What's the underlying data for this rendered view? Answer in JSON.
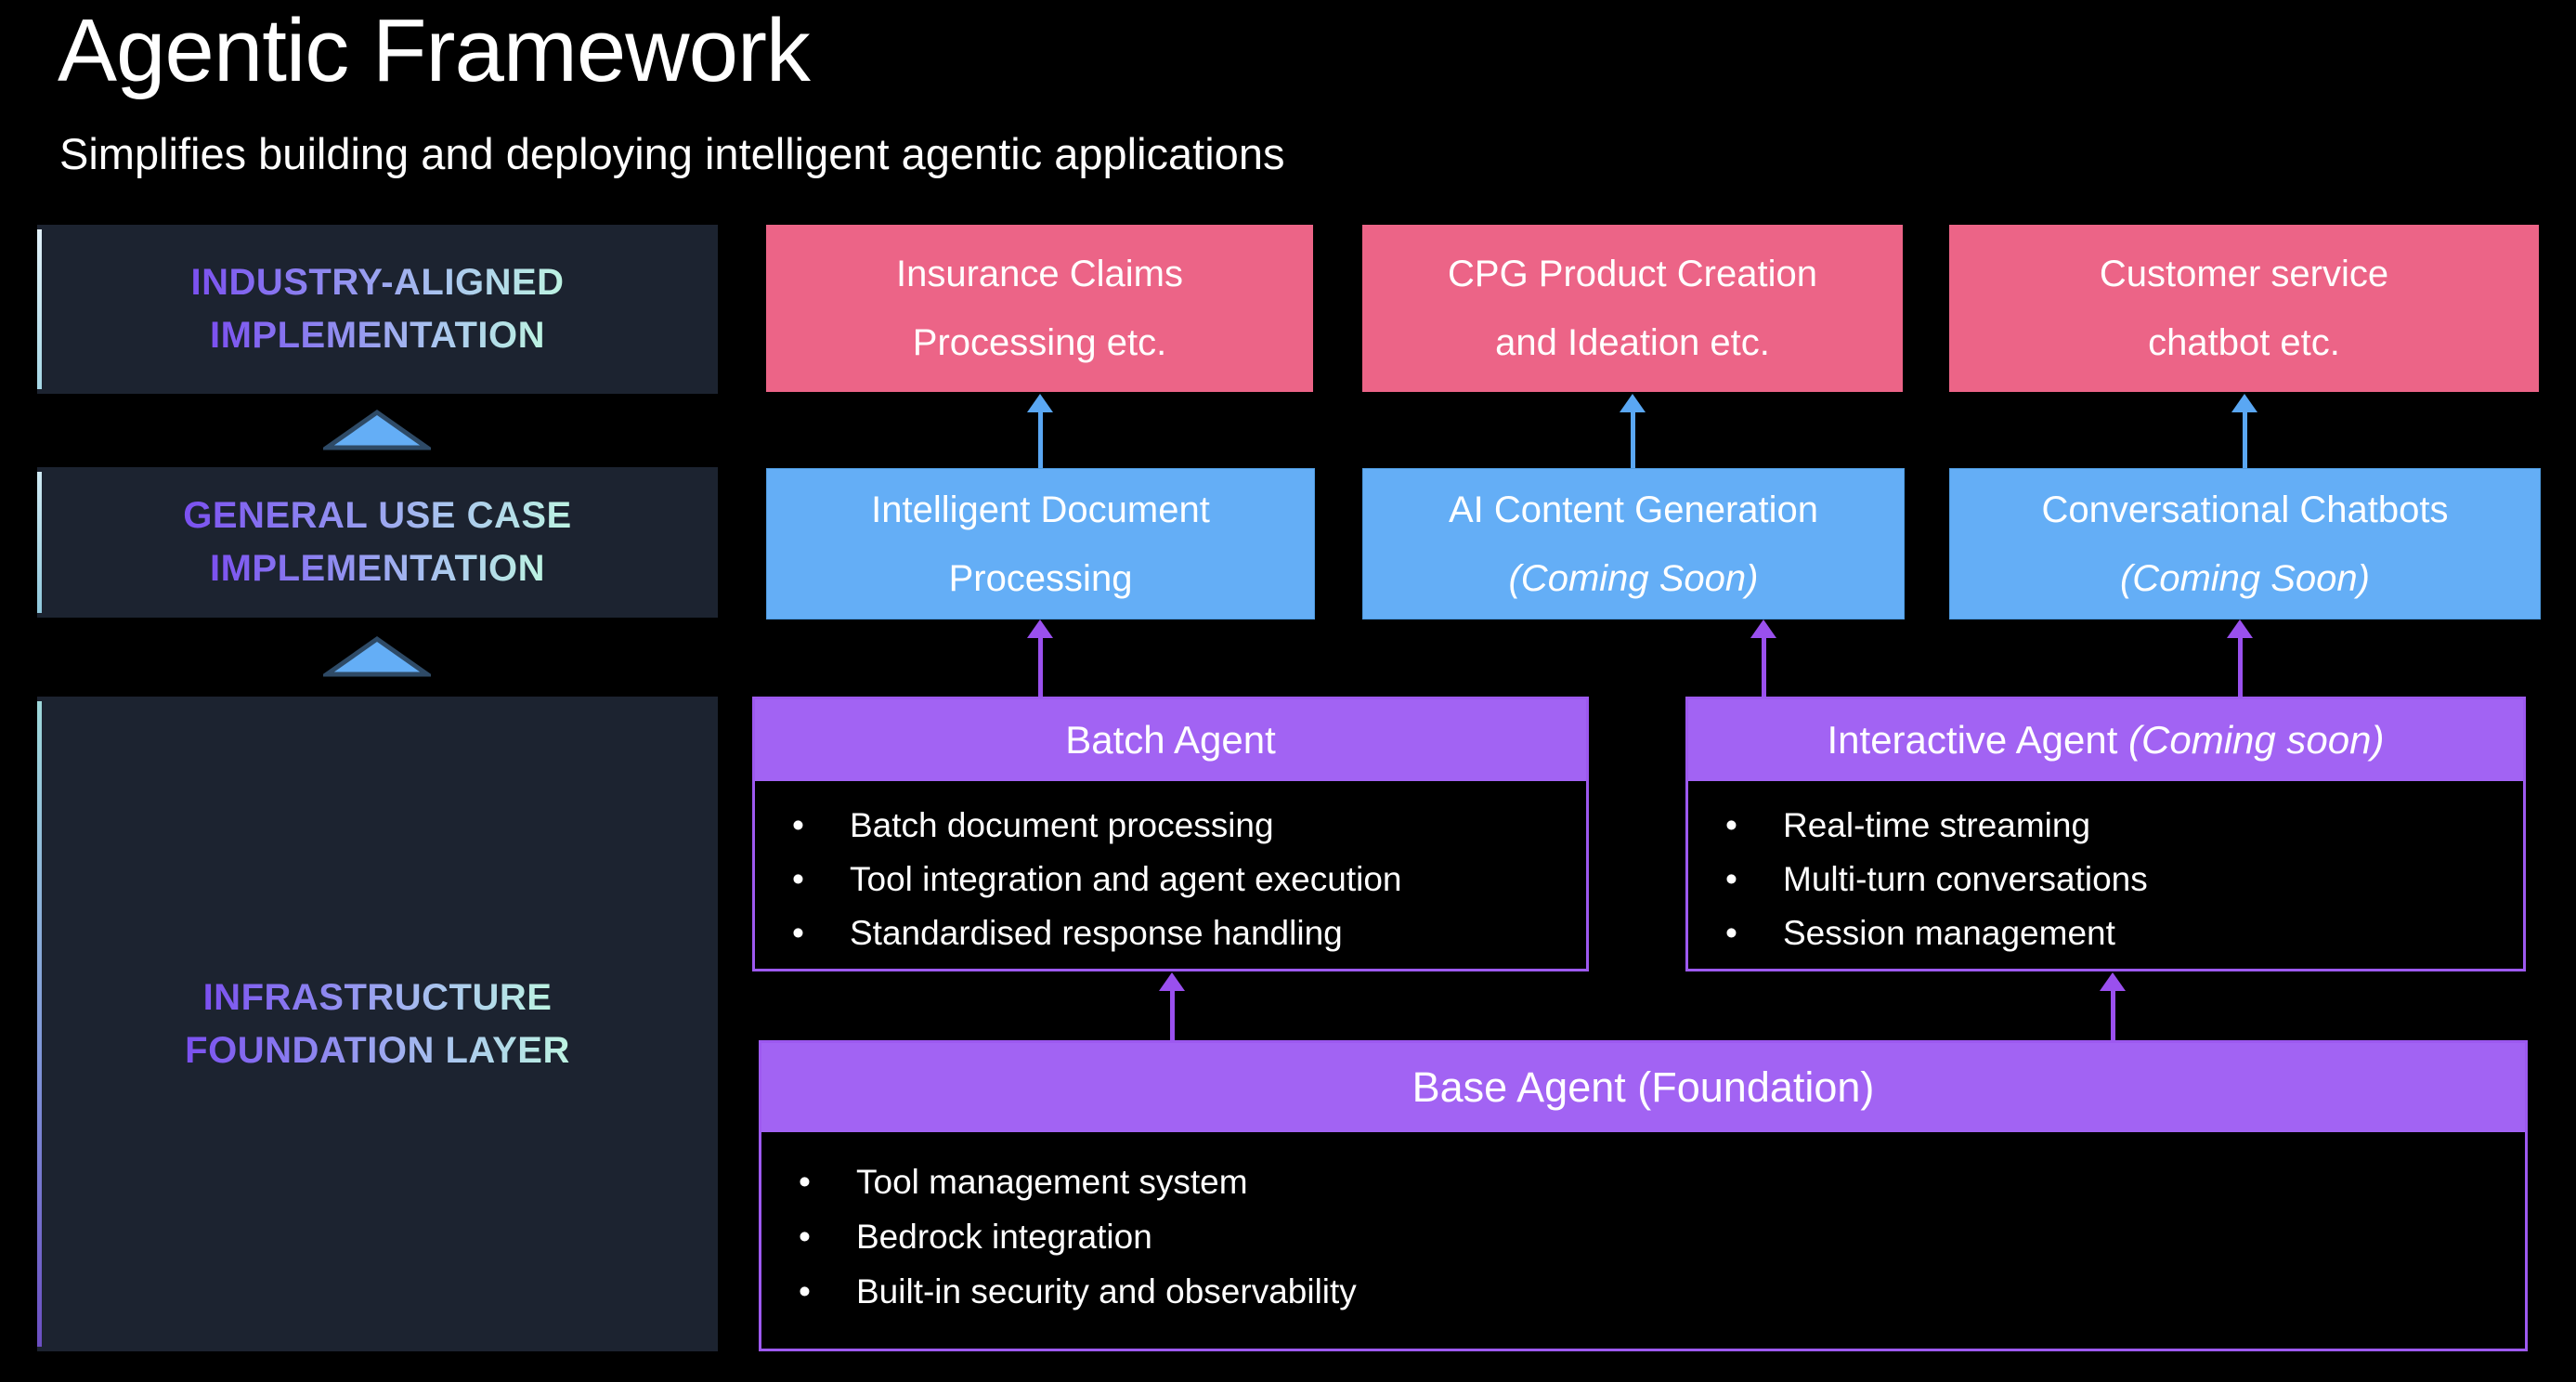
{
  "slide": {
    "title": "Agentic Framework",
    "subtitle": "Simplifies building and deploying intelligent agentic applications"
  },
  "layers": [
    {
      "line1": "INDUSTRY-ALIGNED",
      "line2": "IMPLEMENTATION"
    },
    {
      "line1": "GENERAL USE CASE",
      "line2": "IMPLEMENTATION"
    },
    {
      "line1": "INFRASTRUCTURE",
      "line2": "FOUNDATION LAYER"
    }
  ],
  "industry_row": [
    {
      "line1": "Insurance Claims",
      "line2": "Processing etc."
    },
    {
      "line1": "CPG Product Creation",
      "line2": "and Ideation etc."
    },
    {
      "line1": "Customer service",
      "line2": "chatbot etc."
    }
  ],
  "use_case_row": [
    {
      "line1": "Intelligent Document",
      "line2": "Processing"
    },
    {
      "line1": "AI Content Generation",
      "line2": "(Coming Soon)"
    },
    {
      "line1": "Conversational Chatbots",
      "line2": "(Coming Soon)"
    }
  ],
  "agents": {
    "batch": {
      "title": "Batch Agent",
      "title_suffix": "",
      "bullets": [
        "Batch document processing",
        "Tool integration and agent execution",
        "Standardised response handling"
      ]
    },
    "interactive": {
      "title": "Interactive Agent ",
      "title_suffix": "(Coming soon)",
      "bullets": [
        "Real-time streaming",
        "Multi-turn conversations",
        "Session management"
      ]
    },
    "base": {
      "title": "Base Agent (Foundation)",
      "bullets": [
        "Tool management system",
        "Bedrock integration",
        "Built-in security and observability"
      ]
    }
  },
  "colors": {
    "background": "#000000",
    "panel_background": "#1c2330",
    "industry_box": "#ec6487",
    "use_case_box": "#64aef6",
    "agent_header": "#a263f3",
    "agent_border": "#9d59f0",
    "arrow_blue": "#5aa7f3",
    "arrow_purple": "#9a50ee",
    "gradient_text": [
      "#7b50f0",
      "#8d85f0",
      "#a9c4ef",
      "#bdf4e2"
    ]
  }
}
